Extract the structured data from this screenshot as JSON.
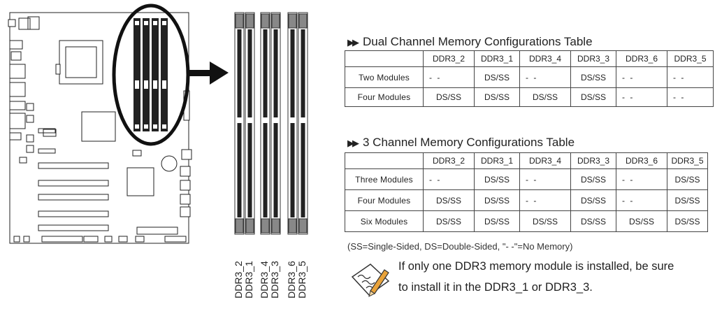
{
  "slot_labels": [
    "DDR3_2",
    "DDR3_1",
    "DDR3_4",
    "DDR3_3",
    "DDR3_6",
    "DDR3_5"
  ],
  "table1": {
    "title": "Dual Channel Memory Configurations Table",
    "headers": [
      "DDR3_2",
      "DDR3_1",
      "DDR3_4",
      "DDR3_3",
      "DDR3_6",
      "DDR3_5"
    ],
    "rows": [
      {
        "label": "Two Modules",
        "cells": [
          "- -",
          "DS/SS",
          "- -",
          "DS/SS",
          "- -",
          "- -"
        ]
      },
      {
        "label": "Four Modules",
        "cells": [
          "DS/SS",
          "DS/SS",
          "DS/SS",
          "DS/SS",
          "- -",
          "- -"
        ]
      }
    ]
  },
  "table2": {
    "title": "3 Channel Memory Configurations Table",
    "headers": [
      "DDR3_2",
      "DDR3_1",
      "DDR3_4",
      "DDR3_3",
      "DDR3_6",
      "DDR3_5"
    ],
    "rows": [
      {
        "label": "Three Modules",
        "cells": [
          "- -",
          "DS/SS",
          "- -",
          "DS/SS",
          "- -",
          "DS/SS"
        ]
      },
      {
        "label": "Four Modules",
        "cells": [
          "DS/SS",
          "DS/SS",
          "- -",
          "DS/SS",
          "- -",
          "DS/SS"
        ]
      },
      {
        "label": "Six Modules",
        "cells": [
          "DS/SS",
          "DS/SS",
          "DS/SS",
          "DS/SS",
          "DS/SS",
          "DS/SS"
        ]
      }
    ]
  },
  "legend": "(SS=Single-Sided, DS=Double-Sided, \"- -\"=No Memory)",
  "note": {
    "line1": "If only one DDR3 memory module is installed, be sure",
    "line2": "to install it in the DDR3_1 or DDR3_3."
  },
  "icons": {
    "title_bullet": "double-triangle-right-icon",
    "note": "pencil-note-icon"
  }
}
